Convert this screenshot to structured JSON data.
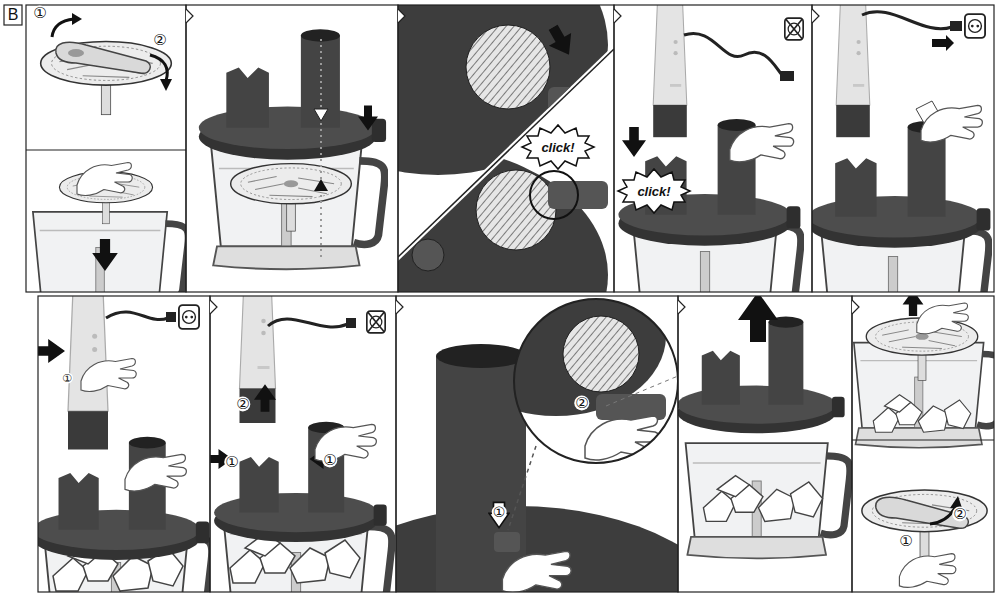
{
  "diagram": {
    "labels": [
      "B",
      "①",
      "②",
      "click!",
      "click!",
      "①",
      "②",
      "①",
      "①",
      "②",
      "①",
      "①",
      "②"
    ]
  }
}
